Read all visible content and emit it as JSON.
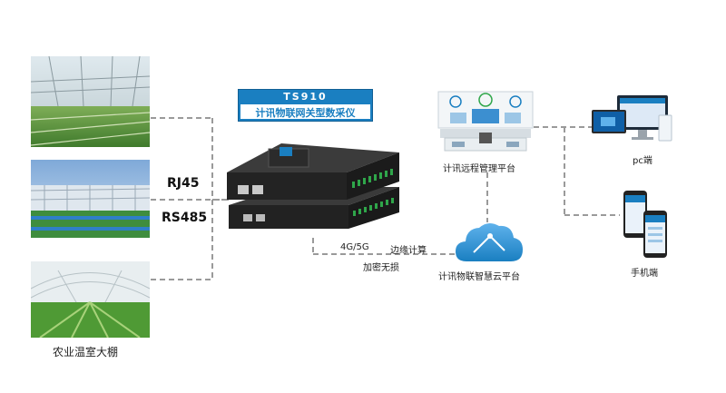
{
  "greenhouse": {
    "caption": "农业温室大棚",
    "photos": [
      "greenhouse-photo-1",
      "greenhouse-photo-2",
      "greenhouse-photo-3"
    ]
  },
  "links": {
    "rj45": "RJ45",
    "rs485": "RS485",
    "network": "4G/5G",
    "edge": "边缘计算",
    "encrypt": "加密无损"
  },
  "device": {
    "model": "TS910",
    "name": "计讯物联网关型数采仪"
  },
  "platforms": {
    "remote": "计讯远程管理平台",
    "cloud": "计讯物联智慧云平台",
    "pc": "pc端",
    "mobile": "手机端"
  },
  "colors": {
    "accent": "#1a7fc1",
    "connector": "#9a9a9a",
    "device_body": "#2b2b2b"
  }
}
